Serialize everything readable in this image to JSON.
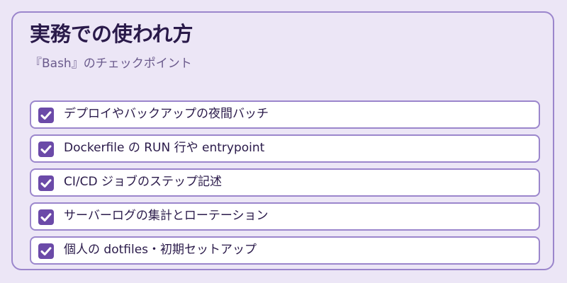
{
  "card": {
    "title": "実務での使われ方",
    "subtitle": "『Bash』のチェックポイント",
    "items": [
      {
        "label": "デプロイやバックアップの夜間バッチ",
        "checked": true
      },
      {
        "label": "Dockerfile の RUN 行や entrypoint",
        "checked": true
      },
      {
        "label": "CI/CD ジョブのステップ記述",
        "checked": true
      },
      {
        "label": "サーバーログの集計とローテーション",
        "checked": true
      },
      {
        "label": "個人の dotfiles・初期セットアップ",
        "checked": true
      }
    ]
  },
  "colors": {
    "background": "#ece6f6",
    "border": "#9b86cc",
    "accent": "#6b4aa8",
    "title": "#2a1a4a"
  },
  "icons": {
    "checkbox": "checkmark-icon"
  }
}
